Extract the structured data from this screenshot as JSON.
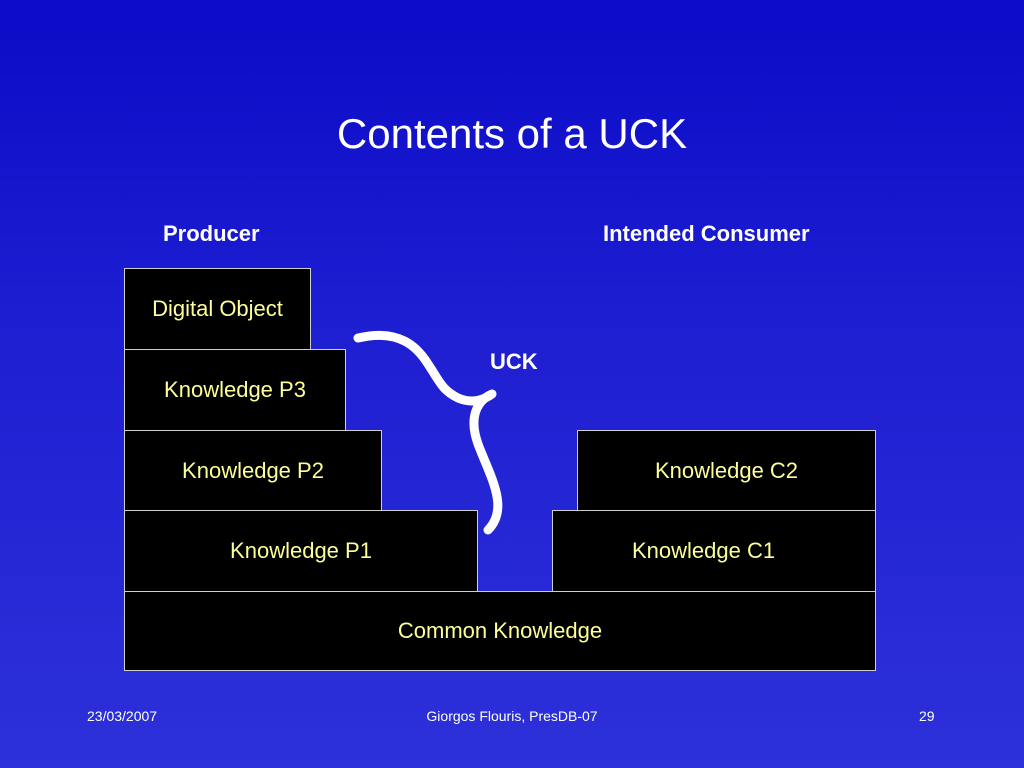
{
  "slide": {
    "title": "Contents of a UCK",
    "producer_heading": "Producer",
    "consumer_heading": "Intended Consumer",
    "uck_label": "UCK"
  },
  "producer_stack": {
    "digital_object": "Digital Object",
    "knowledge_p3": "Knowledge P3",
    "knowledge_p2": "Knowledge P2",
    "knowledge_p1": "Knowledge P1"
  },
  "consumer_stack": {
    "knowledge_c2": "Knowledge C2",
    "knowledge_c1": "Knowledge C1"
  },
  "common": {
    "label": "Common Knowledge"
  },
  "colors": {
    "background_top": "#0b0bc8",
    "background_bottom": "#2d31d9",
    "box_fill": "#000000",
    "box_text": "#ffff99",
    "box_border": "#cfcfcf",
    "text": "#ffffff"
  },
  "footer": {
    "date": "23/03/2007",
    "author": "Giorgos Flouris, PresDB-07",
    "page": "29"
  }
}
